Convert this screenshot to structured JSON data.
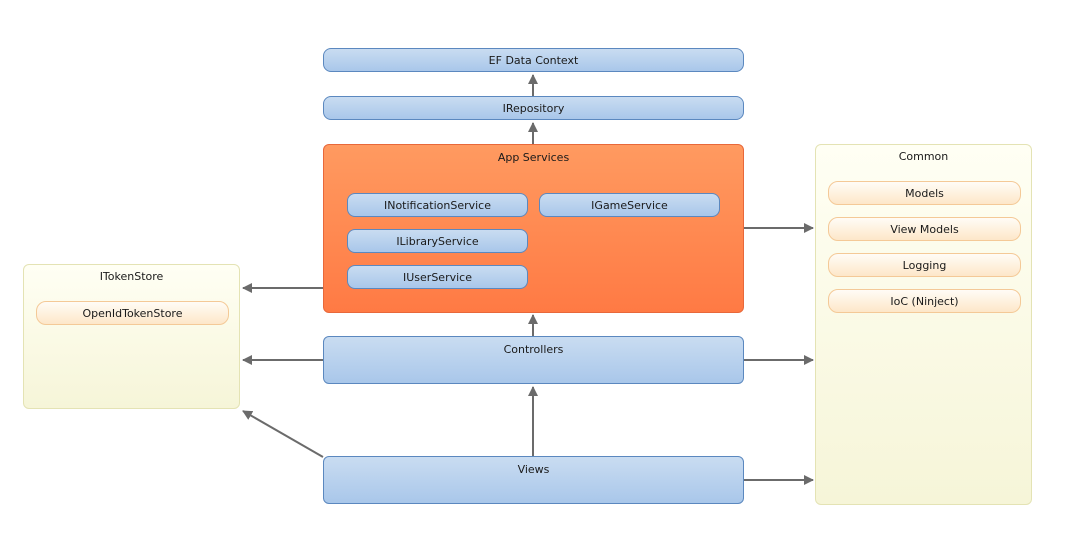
{
  "boxes": {
    "ef_data_context": "EF Data Context",
    "irepository": "IRepository",
    "app_services": {
      "title": "App Services",
      "items": [
        "INotificationService",
        "IGameService",
        "ILibraryService",
        "IUserService"
      ]
    },
    "controllers": "Controllers",
    "views": "Views",
    "itokenstore": {
      "title": "ITokenStore",
      "items": [
        "OpenIdTokenStore"
      ]
    },
    "common": {
      "title": "Common",
      "items": [
        "Models",
        "View Models",
        "Logging",
        "IoC (Ninject)"
      ]
    }
  },
  "colors": {
    "blue_fill": "#b6d0ee",
    "blue_border": "#5b88bf",
    "orange_fill": "#ff8a50",
    "cream_fill": "#fafae6",
    "peach_fill": "#fdebd2",
    "arrow": "#6b6b6b"
  }
}
